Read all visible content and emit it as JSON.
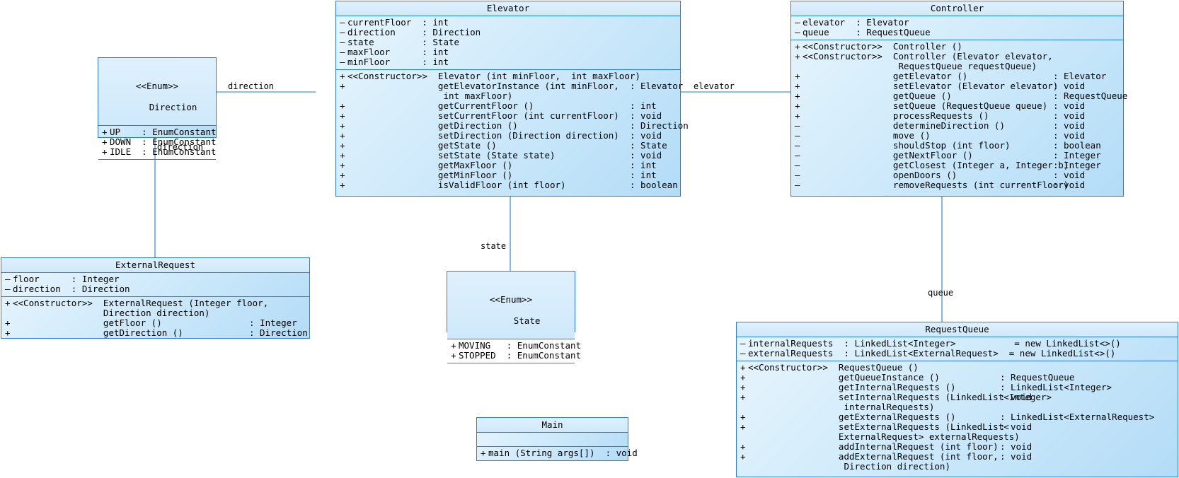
{
  "diagram": {
    "type": "uml-class-diagram",
    "colors": {
      "border": "#2a7fd4",
      "fill_light": "#e8f5fd",
      "fill_dark": "#b3dcf7",
      "edge": "#1f7fd0"
    }
  },
  "classes": {
    "elevator": {
      "name": "Elevator",
      "attributes": [
        {
          "vis": "–",
          "text": "currentFloor  : int"
        },
        {
          "vis": "–",
          "text": "direction     : Direction"
        },
        {
          "vis": "–",
          "text": "state         : State"
        },
        {
          "vis": "–",
          "text": "maxFloor      : int"
        },
        {
          "vis": "–",
          "text": "minFloor      : int"
        }
      ],
      "operations": [
        {
          "vis": "+",
          "text": "<<Constructor>>  Elevator (int minFloor,  int maxFloor)",
          "ret": ""
        },
        {
          "vis": "+",
          "text": "                 getElevatorInstance (int minFloor,",
          "ret": ": Elevator"
        },
        {
          "vis": "",
          "text": "                  int maxFloor)",
          "ret": ""
        },
        {
          "vis": "+",
          "text": "                 getCurrentFloor ()",
          "ret": ": int"
        },
        {
          "vis": "+",
          "text": "                 setCurrentFloor (int currentFloor)",
          "ret": ": void"
        },
        {
          "vis": "+",
          "text": "                 getDirection ()",
          "ret": ": Direction"
        },
        {
          "vis": "+",
          "text": "                 setDirection (Direction direction)",
          "ret": ": void"
        },
        {
          "vis": "+",
          "text": "                 getState ()",
          "ret": ": State"
        },
        {
          "vis": "+",
          "text": "                 setState (State state)",
          "ret": ": void"
        },
        {
          "vis": "+",
          "text": "                 getMaxFloor ()",
          "ret": ": int"
        },
        {
          "vis": "+",
          "text": "                 getMinFloor ()",
          "ret": ": int"
        },
        {
          "vis": "+",
          "text": "                 isValidFloor (int floor)",
          "ret": ": boolean"
        }
      ]
    },
    "controller": {
      "name": "Controller",
      "attributes": [
        {
          "vis": "–",
          "text": "elevator  : Elevator"
        },
        {
          "vis": "–",
          "text": "queue     : RequestQueue"
        }
      ],
      "operations": [
        {
          "vis": "+",
          "text": "<<Constructor>>  Controller ()",
          "ret": ""
        },
        {
          "vis": "+",
          "text": "<<Constructor>>  Controller (Elevator elevator,",
          "ret": ""
        },
        {
          "vis": "",
          "text": "                  RequestQueue requestQueue)",
          "ret": ""
        },
        {
          "vis": "+",
          "text": "                 getElevator ()",
          "ret": ": Elevator"
        },
        {
          "vis": "+",
          "text": "                 setElevator (Elevator elevator)",
          "ret": ": void"
        },
        {
          "vis": "+",
          "text": "                 getQueue ()",
          "ret": ": RequestQueue"
        },
        {
          "vis": "+",
          "text": "                 setQueue (RequestQueue queue)",
          "ret": ": void"
        },
        {
          "vis": "+",
          "text": "                 processRequests ()",
          "ret": ": void"
        },
        {
          "vis": "–",
          "text": "                 determineDirection ()",
          "ret": ": void"
        },
        {
          "vis": "–",
          "text": "                 move ()",
          "ret": ": void"
        },
        {
          "vis": "–",
          "text": "                 shouldStop (int floor)",
          "ret": ": boolean"
        },
        {
          "vis": "–",
          "text": "                 getNextFloor ()",
          "ret": ": Integer"
        },
        {
          "vis": "–",
          "text": "                 getClosest (Integer a, Integer b)",
          "ret": ": Integer"
        },
        {
          "vis": "–",
          "text": "                 openDoors ()",
          "ret": ": void"
        },
        {
          "vis": "–",
          "text": "                 removeRequests (int currentFloor)",
          "ret": ": void"
        }
      ]
    },
    "direction": {
      "stereotype": "<<Enum>>",
      "name": "Direction",
      "attributes": [
        {
          "vis": "+",
          "text": "UP    : EnumConstant"
        },
        {
          "vis": "+",
          "text": "DOWN  : EnumConstant"
        },
        {
          "vis": "+",
          "text": "IDLE  : EnumConstant"
        }
      ],
      "operations": []
    },
    "state": {
      "stereotype": "<<Enum>>",
      "name": "State",
      "attributes": [
        {
          "vis": "+",
          "text": "MOVING   : EnumConstant"
        },
        {
          "vis": "+",
          "text": "STOPPED  : EnumConstant"
        }
      ],
      "operations": []
    },
    "external_request": {
      "name": "ExternalRequest",
      "attributes": [
        {
          "vis": "–",
          "text": "floor      : Integer"
        },
        {
          "vis": "–",
          "text": "direction  : Direction"
        }
      ],
      "operations": [
        {
          "vis": "+",
          "text": "<<Constructor>>  ExternalRequest (Integer floor,",
          "ret": ""
        },
        {
          "vis": "",
          "text": "                 Direction direction)",
          "ret": ""
        },
        {
          "vis": "+",
          "text": "                 getFloor ()",
          "ret": ": Integer"
        },
        {
          "vis": "+",
          "text": "                 getDirection ()",
          "ret": ": Direction"
        }
      ]
    },
    "request_queue": {
      "name": "RequestQueue",
      "attributes": [
        {
          "vis": "–",
          "text": "internalRequests  : LinkedList<Integer>           = new LinkedList<>()"
        },
        {
          "vis": "–",
          "text": "externalRequests  : LinkedList<ExternalRequest>  = new LinkedList<>()"
        }
      ],
      "operations": [
        {
          "vis": "+",
          "text": "<<Constructor>>  RequestQueue ()",
          "ret": ""
        },
        {
          "vis": "+",
          "text": "                 getQueueInstance ()",
          "ret": ": RequestQueue"
        },
        {
          "vis": "+",
          "text": "                 getInternalRequests ()",
          "ret": ": LinkedList<Integer>"
        },
        {
          "vis": "+",
          "text": "                 setInternalRequests (LinkedList<Integer>",
          "ret": ": void"
        },
        {
          "vis": "",
          "text": "                  internalRequests)",
          "ret": ""
        },
        {
          "vis": "+",
          "text": "                 getExternalRequests ()",
          "ret": ": LinkedList<ExternalRequest>"
        },
        {
          "vis": "+",
          "text": "                 setExternalRequests (LinkedList<",
          "ret": ": void"
        },
        {
          "vis": "",
          "text": "                 ExternalRequest> externalRequests)",
          "ret": ""
        },
        {
          "vis": "+",
          "text": "                 addInternalRequest (int floor)",
          "ret": ": void"
        },
        {
          "vis": "+",
          "text": "                 addExternalRequest (int floor,",
          "ret": ": void"
        },
        {
          "vis": "",
          "text": "                  Direction direction)",
          "ret": ""
        }
      ]
    },
    "main": {
      "name": "Main",
      "attributes": [],
      "operations": [
        {
          "vis": "+",
          "text": "main (String args[])  : void",
          "ret": ""
        }
      ]
    }
  },
  "edges": [
    {
      "label": "direction",
      "from": "elevator",
      "to": "direction"
    },
    {
      "label": "direction",
      "from": "external-request",
      "to": "direction"
    },
    {
      "label": "state",
      "from": "elevator",
      "to": "state"
    },
    {
      "label": "elevator",
      "from": "controller",
      "to": "elevator"
    },
    {
      "label": "queue",
      "from": "controller",
      "to": "request-queue"
    }
  ]
}
